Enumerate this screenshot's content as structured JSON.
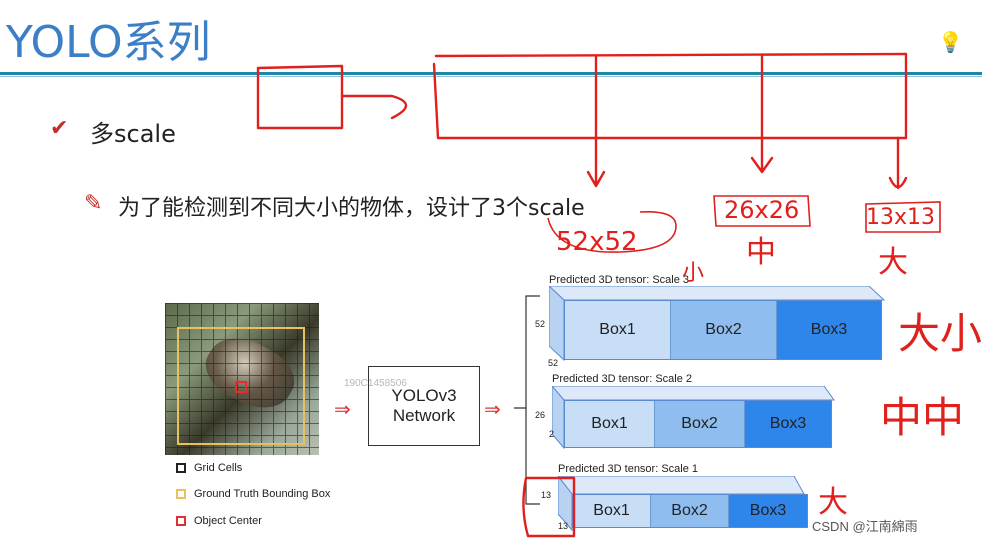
{
  "slide": {
    "title": "YOLO系列",
    "bullet1": "多scale",
    "bullet2": "为了能检测到不同大小的物体，设计了3个scale"
  },
  "figure": {
    "legend": {
      "grid_cells": "Grid Cells",
      "gt_box": "Ground Truth Bounding Box",
      "object_center": "Object Center"
    },
    "network": {
      "line1": "YOLOv3",
      "line2": "Network"
    },
    "ghost_text": "190C1458506",
    "tensors": [
      {
        "label": "Predicted 3D tensor: Scale 3",
        "dim_side": "52",
        "dim_bottom": "52",
        "boxes": [
          "Box1",
          "Box2",
          "Box3"
        ]
      },
      {
        "label": "Predicted 3D tensor: Scale 2",
        "dim_side": "26",
        "dim_bottom": "2",
        "boxes": [
          "Box1",
          "Box2",
          "Box3"
        ]
      },
      {
        "label": "Predicted 3D tensor: Scale 1",
        "dim_side": "13",
        "dim_bottom": "13",
        "boxes": [
          "Box1",
          "Box2",
          "Box3"
        ]
      }
    ]
  },
  "annotations": {
    "scale_52": "52x52",
    "scale_26": "26x26",
    "scale_13": "13x13",
    "label_small": "小",
    "label_mid": "中",
    "label_large": "大",
    "label_big_small": "大小",
    "label_mid_mid": "中中",
    "label_large2": "大"
  },
  "watermark": "CSDN @江南綿雨",
  "colors": {
    "title": "#3d7fc7",
    "box1": "#c8ddf6",
    "box2": "#8fbdf0",
    "box3": "#2f86ea",
    "ink": "#e0201c"
  }
}
